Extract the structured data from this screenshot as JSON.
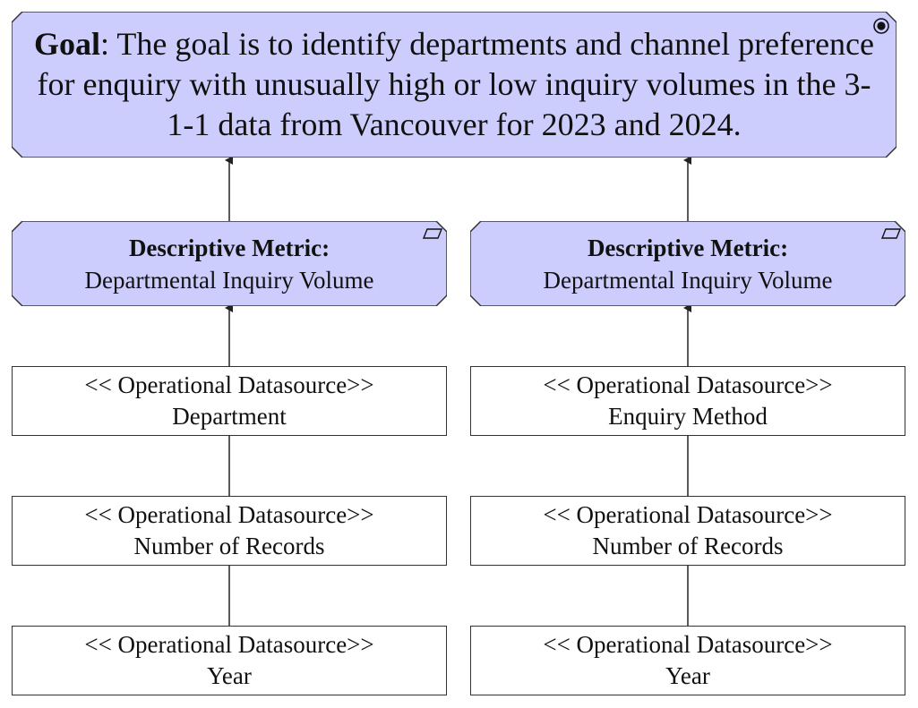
{
  "colors": {
    "goal_fill": "#cccdfd",
    "metric_fill": "#cccdfd",
    "border": "#333333",
    "connector": "#222222"
  },
  "goal": {
    "label": "Goal",
    "text": ": The goal is to identify departments and channel preference for enquiry with unusually high or low inquiry volumes in the 3-1-1 data from Vancouver for 2023 and 2024.",
    "marker_icon": "goal-target-icon"
  },
  "metrics": [
    {
      "title": "Descriptive Metric:",
      "name": "Departmental Inquiry Volume",
      "marker_icon": "parallelogram-icon"
    },
    {
      "title": "Descriptive Metric:",
      "name": "Departmental Inquiry Volume",
      "marker_icon": "parallelogram-icon"
    }
  ],
  "datasources": {
    "left": [
      {
        "stereotype": "<< Operational Datasource>>",
        "name": "Department"
      },
      {
        "stereotype": "<< Operational Datasource>>",
        "name": "Number of Records"
      },
      {
        "stereotype": "<< Operational Datasource>>",
        "name": "Year"
      }
    ],
    "right": [
      {
        "stereotype": "<< Operational Datasource>>",
        "name": "Enquiry Method"
      },
      {
        "stereotype": "<< Operational Datasource>>",
        "name": "Number of Records"
      },
      {
        "stereotype": "<< Operational Datasource>>",
        "name": "Year"
      }
    ]
  }
}
